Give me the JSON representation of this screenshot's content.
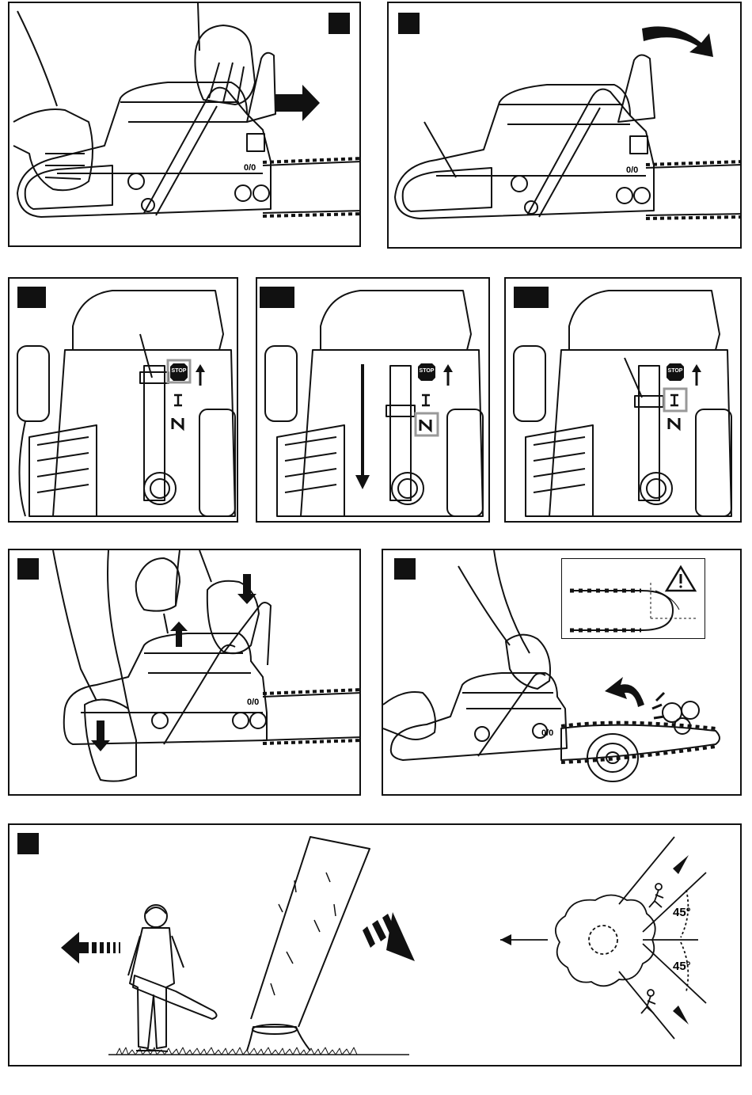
{
  "colors": {
    "ink": "#111111",
    "paper": "#ffffff",
    "badge": "#111111",
    "grey": "#bdbdbd"
  },
  "icons": {
    "stop_switch": "stop-icon",
    "run_position": "roman-one-icon",
    "choke_position": "choke-icon",
    "warning": "warning-triangle-icon",
    "escape_person": "running-person-icon"
  },
  "labels": {
    "stop": "STOP",
    "run": "I",
    "chain_guard_mark": "0/0",
    "angle_upper": "45°",
    "angle_lower": "45°"
  }
}
